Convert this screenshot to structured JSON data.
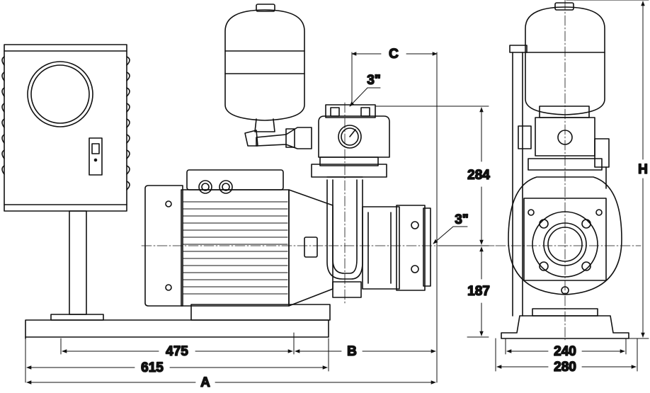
{
  "drawing": {
    "side_view": {
      "discharge_size": "3\"",
      "suction_size": "3\"",
      "dim_C": "C",
      "dim_284": "284",
      "dim_187": "187",
      "dim_475": "475",
      "dim_B": "B",
      "dim_615": "615",
      "dim_A": "A"
    },
    "end_view": {
      "dim_H": "H",
      "dim_240": "240",
      "dim_280": "280"
    }
  }
}
